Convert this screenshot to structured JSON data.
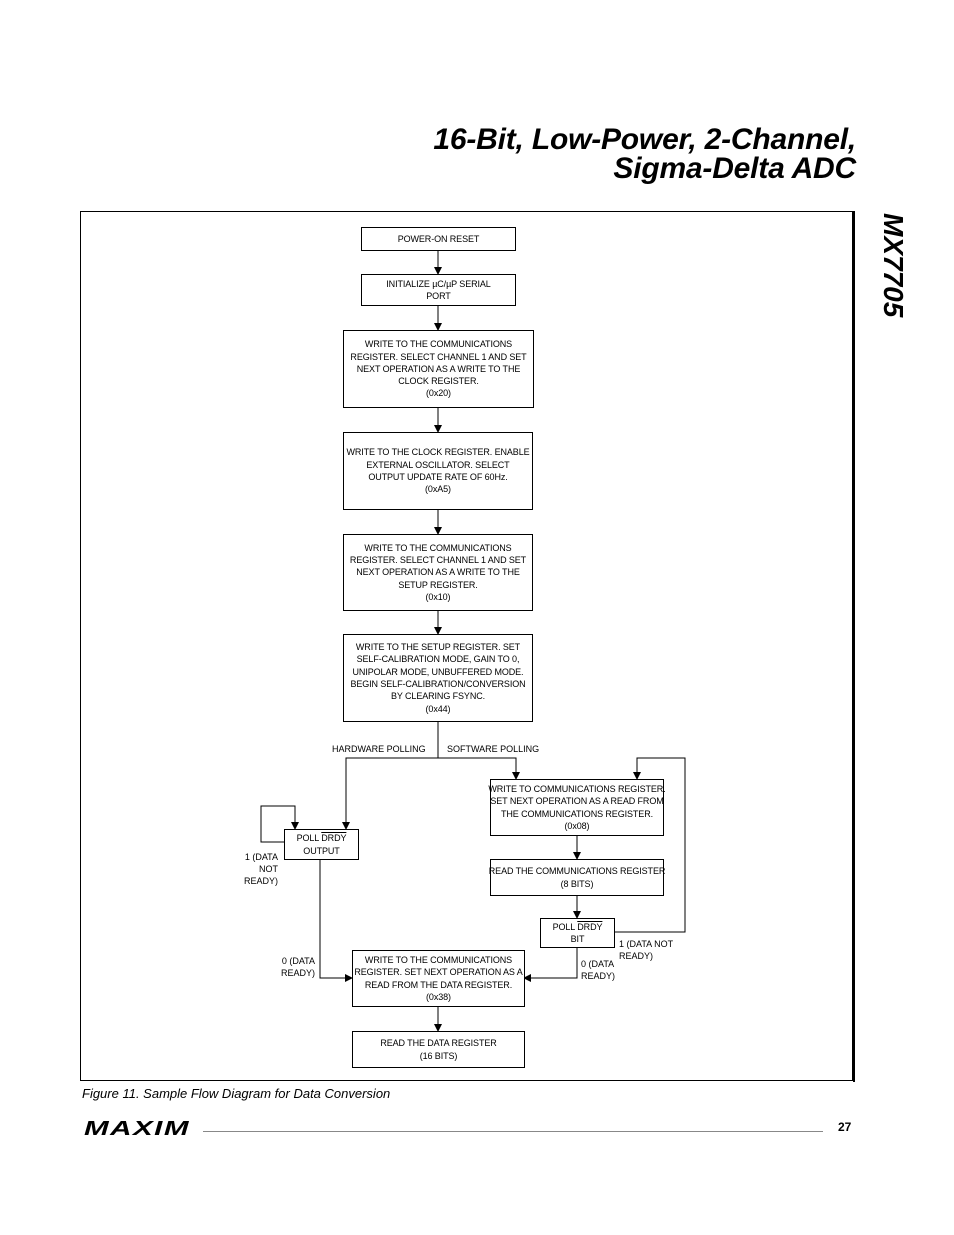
{
  "header": {
    "title_line1": "16-Bit, Low-Power, 2-Channel,",
    "title_line2": "Sigma-Delta ADC",
    "part_number": "MX7705"
  },
  "flow": {
    "power_on": "POWER-ON RESET",
    "init": [
      "INITIALIZE µC/µP SERIAL",
      "PORT"
    ],
    "write_comm_clock": [
      "WRITE TO THE COMMUNICATIONS",
      "REGISTER.  SELECT CHANNEL 1 AND SET",
      "NEXT OPERATION AS A WRITE TO THE",
      "CLOCK REGISTER.",
      "(0x20)"
    ],
    "write_clock": [
      "WRITE TO THE CLOCK REGISTER.  ENABLE",
      "EXTERNAL OSCILLATOR. SELECT",
      "OUTPUT UPDATE RATE OF 60Hz.",
      "(0xA5)"
    ],
    "write_comm_setup": [
      "WRITE TO THE COMMUNICATIONS",
      "REGISTER. SELECT CHANNEL 1 AND SET",
      "NEXT OPERATION AS A WRITE TO THE",
      "SETUP REGISTER.",
      "(0x10)"
    ],
    "write_setup": [
      "WRITE TO THE SETUP REGISTER. SET",
      "SELF-CALIBRATION MODE, GAIN TO 0,",
      "UNIPOLAR MODE, UNBUFFERED MODE.",
      "BEGIN SELF-CALIBRATION/CONVERSION",
      "BY CLEARING FSYNC.",
      "(0x44)"
    ],
    "hardware_polling": "HARDWARE POLLING",
    "software_polling": "SOFTWARE POLLING",
    "write_comm_read_comm": [
      "WRITE TO COMMUNICATIONS REGISTER.",
      "SET NEXT OPERATION AS A READ FROM",
      "THE COMMUNICATIONS REGISTER.",
      "(0x08)"
    ],
    "poll_drdy_output": {
      "prefix": "POLL ",
      "signal": "DRDY",
      "line2": "OUTPUT"
    },
    "read_comm": [
      "READ THE COMMUNICATIONS REGISTER",
      "(8 BITS)"
    ],
    "poll_drdy_bit": {
      "prefix": "POLL ",
      "signal": "DRDY",
      "line2": "BIT"
    },
    "hw_not_ready": [
      "1 (DATA",
      "NOT",
      "READY)"
    ],
    "hw_ready": [
      "0 (DATA",
      "READY)"
    ],
    "sw_not_ready": [
      "1 (DATA NOT",
      "READY)"
    ],
    "sw_ready": [
      "0 (DATA",
      "READY)"
    ],
    "write_comm_data": [
      "WRITE TO THE COMMUNICATIONS",
      "REGISTER.  SET NEXT OPERATION AS A",
      "READ FROM THE DATA REGISTER.",
      "(0x38)"
    ],
    "read_data": [
      "READ THE DATA REGISTER",
      "(16 BITS)"
    ]
  },
  "caption": "Figure 11. Sample Flow Diagram for Data Conversion",
  "footer": {
    "logo_text": "MAXIM",
    "page_number": "27"
  }
}
